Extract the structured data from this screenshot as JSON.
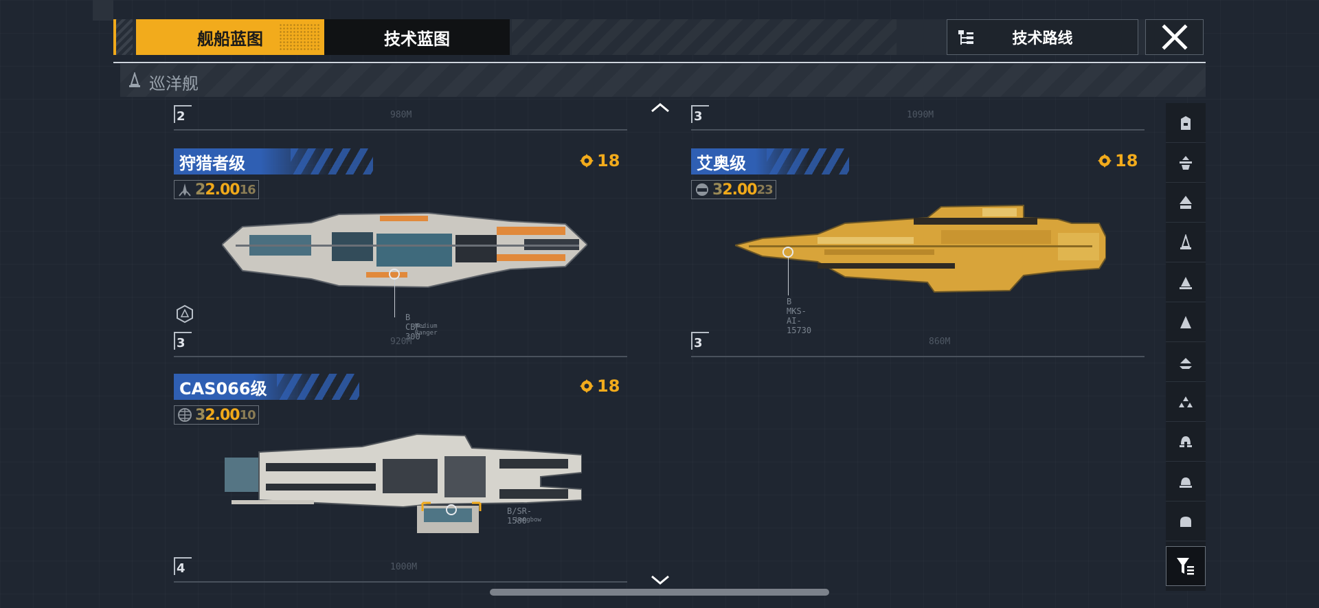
{
  "tabs": {
    "ship_blueprint": "舰船蓝图",
    "tech_blueprint": "技术蓝图",
    "tech_route": "技术路线"
  },
  "category": {
    "label": "巡洋舰"
  },
  "cards": [
    {
      "name": "狩猎者级",
      "cost": "18",
      "stat": {
        "tier": "2",
        "value": "2.00",
        "sub": "16"
      },
      "top_tier": "2",
      "bottom_tier": "3",
      "weapon": "B CBF-300",
      "weapon_sub": "Medium Ranger",
      "length": "920M",
      "colors": {
        "hull": "#c9c6c0",
        "accent": "#e1893b",
        "panel": "#3d6778"
      }
    },
    {
      "name": "艾奥级",
      "cost": "18",
      "stat": {
        "tier": "3",
        "value": "2.00",
        "sub": "23"
      },
      "top_tier": "3",
      "bottom_tier": "3",
      "weapon": "B MKS-AI-15730",
      "weapon_sub": "",
      "length": "860M",
      "colors": {
        "hull": "#d9a63a",
        "accent": "#b08024",
        "panel": "#8a6a22"
      }
    },
    {
      "name": "CAS066级",
      "cost": "18",
      "stat": {
        "tier": "3",
        "value": "2.00",
        "sub": "10"
      },
      "top_tier": "",
      "bottom_tier": "4",
      "weapon": "B/SR-1580",
      "weapon_sub": "Longbow",
      "length": "1000M",
      "colors": {
        "hull": "#d4d2cc",
        "accent": "#f0a91a",
        "panel": "#3c6070"
      }
    }
  ],
  "header_dims": {
    "left": "980M",
    "right": "1090M"
  },
  "filters": [
    "station-icon",
    "carrier-icon",
    "battlecruiser-icon",
    "cruiser-icon",
    "destroyer-icon",
    "frigate-icon",
    "corvette-icon",
    "fighter-icon",
    "mothership-icon",
    "base-icon",
    "outpost-icon"
  ],
  "theme": {
    "accent": "#f2ab1c",
    "tag_blue": "#2f5fb3",
    "bg": "#1f2631"
  }
}
